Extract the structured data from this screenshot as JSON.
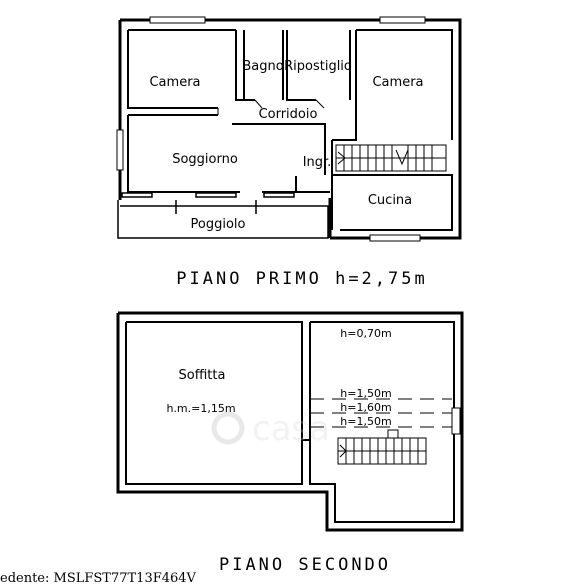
{
  "floor1": {
    "title": "PIANO PRIMO h=2,75m",
    "rooms": {
      "camera_left": "Camera",
      "bagno": "Bagno",
      "ripostiglio": "Ripostiglio",
      "camera_right": "Camera",
      "corridoio": "Corridoio",
      "soggiorno": "Soggiorno",
      "ingresso": "Ingr.",
      "cucina": "Cucina",
      "poggiolo": "Poggiolo"
    }
  },
  "floor2": {
    "title": "PIANO SECONDO",
    "rooms": {
      "soffitta": "Soffitta",
      "hm": "h.m.=1,15m",
      "h070": "h=0,70m",
      "h150a": "h=1,50m",
      "h160": "h=1,60m",
      "h150b": "h=1,50m"
    },
    "watermark": "casa"
  },
  "footer": {
    "text": "edente: MSLFST77T13F464V"
  }
}
